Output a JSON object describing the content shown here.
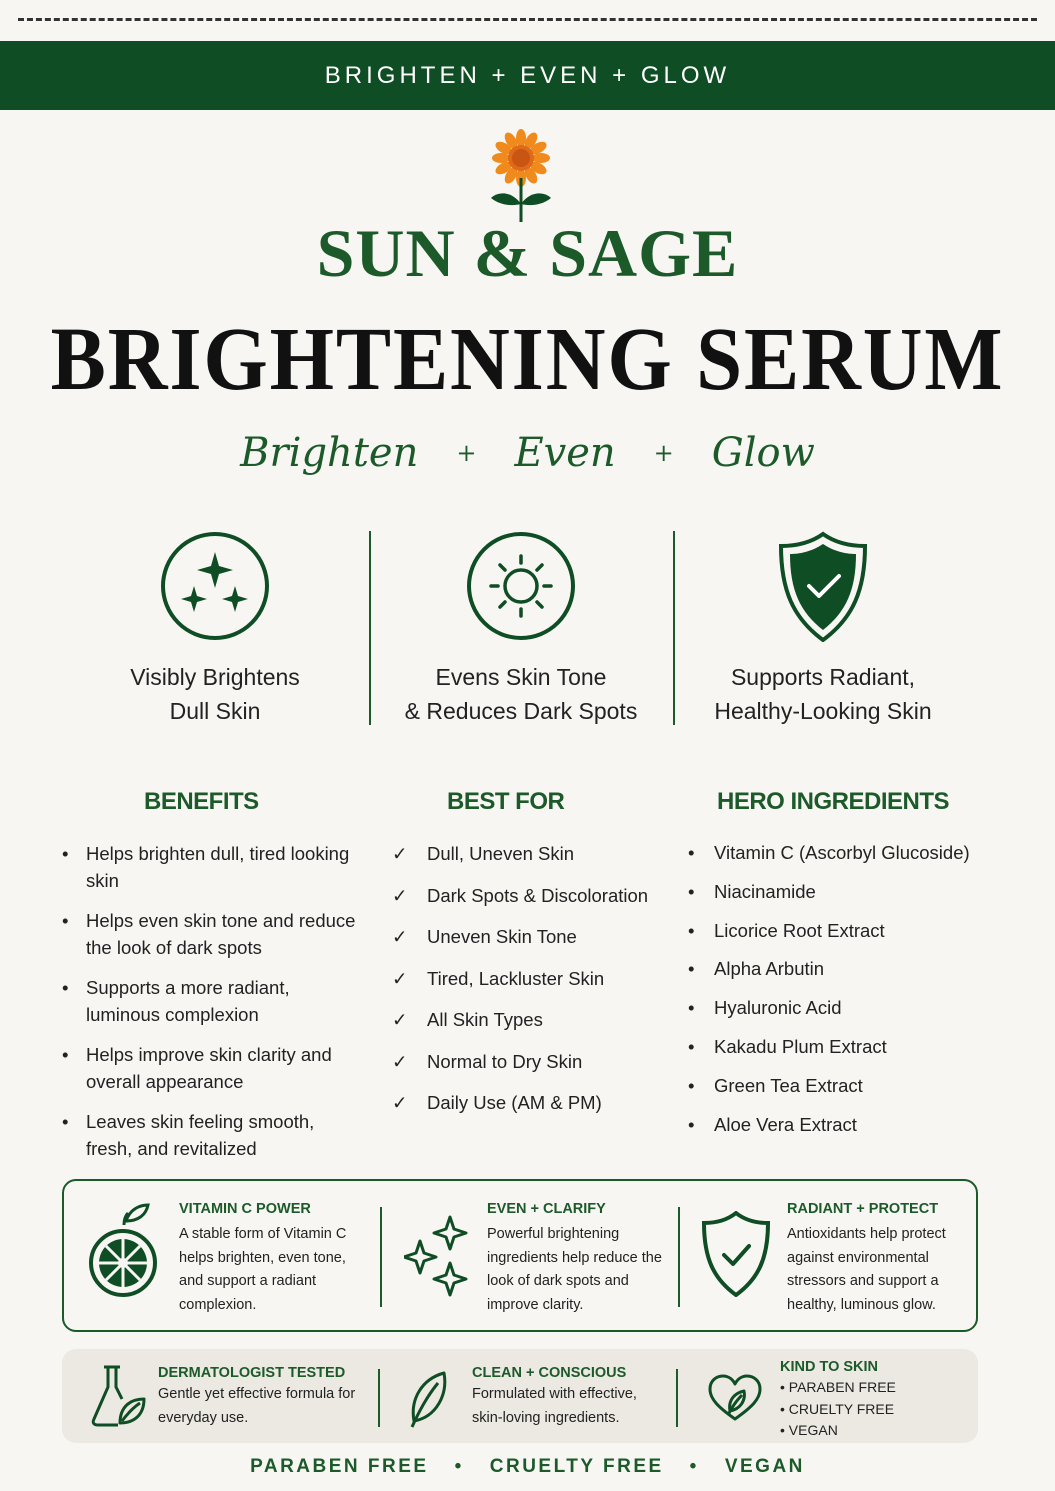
{
  "banner": {
    "text": "BRIGHTEN + EVEN + GLOW"
  },
  "brand": "SUN & SAGE",
  "product": "BRIGHTENING SERUM",
  "tagline": {
    "words": [
      "Brighten",
      "Even",
      "Glow"
    ],
    "sep": "+"
  },
  "features": [
    {
      "icon": "sparkle-circle-icon",
      "line1": "Visibly Brightens",
      "line2": "Dull Skin"
    },
    {
      "icon": "sun-circle-icon",
      "line1": "Evens Skin Tone",
      "line2": "& Reduces Dark Spots"
    },
    {
      "icon": "shield-check-icon",
      "line1": "Supports Radiant,",
      "line2": "Healthy-Looking Skin"
    }
  ],
  "benefits": {
    "title": "BENEFITS",
    "items": [
      "Helps brighten dull, tired looking skin",
      "Helps even skin tone and reduce the look of dark spots",
      "Supports a more radiant, luminous complexion",
      "Helps improve skin clarity and overall appearance",
      "Leaves skin feeling smooth, fresh, and revitalized"
    ]
  },
  "best_for": {
    "title": "BEST FOR",
    "items": [
      "Dull, Uneven Skin",
      "Dark Spots & Discoloration",
      "Uneven Skin Tone",
      "Tired, Lackluster Skin",
      "All Skin Types",
      "Normal to Dry Skin",
      "Daily Use (AM & PM)"
    ]
  },
  "hero": {
    "title": "HERO INGREDIENTS",
    "items": [
      "Vitamin C (Ascorbyl Glucoside)",
      "Niacinamide",
      "Licorice Root Extract",
      "Alpha Arbutin",
      "Hyaluronic Acid",
      "Kakadu Plum Extract",
      "Green Tea Extract",
      "Aloe Vera Extract"
    ]
  },
  "highlights": [
    {
      "icon": "citrus-icon",
      "title": "VITAMIN C POWER",
      "text": "A stable form of Vitamin C helps brighten, even tone, and support a radiant complexion."
    },
    {
      "icon": "sparkles-icon",
      "title": "EVEN + CLARIFY",
      "text": "Powerful brightening ingredients help reduce the look of dark spots and improve clarity."
    },
    {
      "icon": "shield-check-icon",
      "title": "RADIANT + PROTECT",
      "text": "Antioxidants help protect against environmental stressors and support a healthy, luminous glow."
    }
  ],
  "trust": [
    {
      "icon": "flask-leaf-icon",
      "title": "DERMATOLOGIST TESTED",
      "text": "Gentle yet effective formula for everyday use."
    },
    {
      "icon": "leaf-icon",
      "title": "CLEAN + CONSCIOUS",
      "text": "Formulated with effective, skin-loving ingredients."
    },
    {
      "icon": "heart-leaf-icon",
      "title": "KIND TO SKIN",
      "items": [
        "PARABEN FREE",
        "CRUELTY FREE",
        "VEGAN"
      ]
    }
  ],
  "footer": [
    "PARABEN FREE",
    "CRUELTY FREE",
    "VEGAN"
  ],
  "colors": {
    "green": "#0f4d24",
    "orange": "#f08a1c",
    "background": "#f7f6f3"
  }
}
